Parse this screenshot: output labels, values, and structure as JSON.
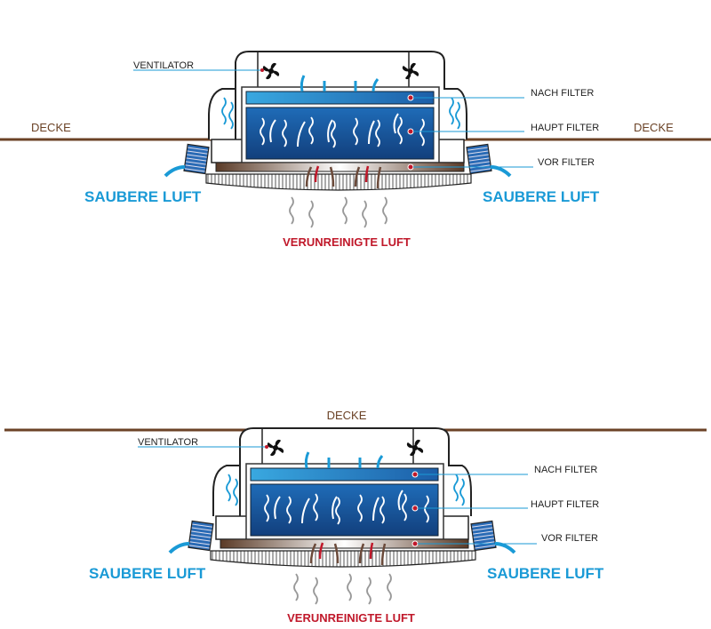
{
  "colors": {
    "clean_air": "#1a9ad6",
    "dirty_air": "#c0182a",
    "ceiling": "#6b4226",
    "filter": "#1f5fa8"
  },
  "top_diagram": {
    "ceiling_left": "DECKE",
    "ceiling_right": "DECKE",
    "fan": "VENTILATOR",
    "post_filter": "NACH FILTER",
    "main_filter": "HAUPT FILTER",
    "pre_filter": "VOR FILTER",
    "clean_air_left": "SAUBERE LUFT",
    "clean_air_right": "SAUBERE LUFT",
    "dirty_air": "VERUNREINIGTE LUFT"
  },
  "bottom_diagram": {
    "ceiling": "DECKE",
    "fan": "VENTILATOR",
    "post_filter": "NACH FILTER",
    "main_filter": "HAUPT FILTER",
    "pre_filter": "VOR FILTER",
    "clean_air_left": "SAUBERE LUFT",
    "clean_air_right": "SAUBERE LUFT",
    "dirty_air": "VERUNREINIGTE LUFT"
  }
}
